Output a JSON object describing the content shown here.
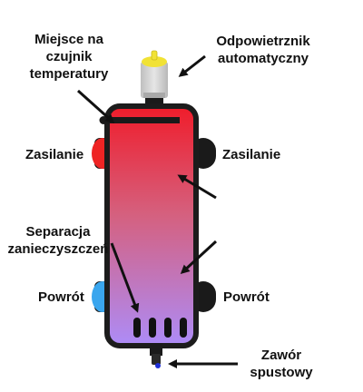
{
  "labels": {
    "sensor_site": [
      "Miejsce na",
      "czujnik",
      "temperatury"
    ],
    "auto_air_vent": [
      "Odpowietrznik",
      "automatyczny"
    ],
    "supply_left": "Zasilanie",
    "supply_right": "Zasilanie",
    "dirt_separation": [
      "Separacja",
      "zanieczyszczeń"
    ],
    "return_left": "Powrót",
    "return_right": "Powrót",
    "drain_valve": [
      "Zawór",
      "spustowy"
    ]
  },
  "colors": {
    "supply_port": "#ee2424",
    "return_port": "#3aa6ee",
    "vessel_top": "#f01c2a",
    "vessel_bottom": "#ad8cf8",
    "vent_body": "#d7d7d7",
    "vent_cap": "#f1e235",
    "pipe_dark": "#111111"
  }
}
